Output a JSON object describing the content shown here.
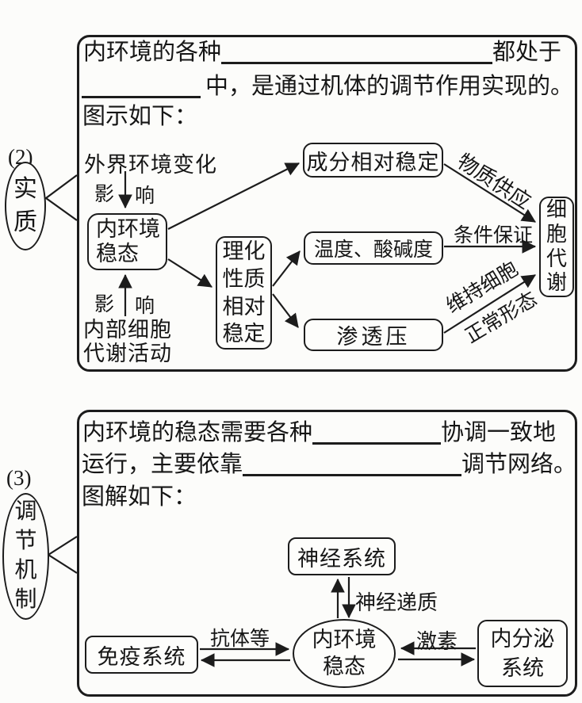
{
  "section2": {
    "number": "(2)",
    "side_label": "实质",
    "text": {
      "line1_pre": "内环境的各种",
      "line1_post": "都处于",
      "line2_post": "中，是通过机体的调节作用实现的。",
      "line3": "图示如下："
    },
    "diagram": {
      "external_change": "外界环境变化",
      "affect_a": "影",
      "affect_b": "响",
      "homeostasis_line1": "内环境",
      "homeostasis_line2": "稳态",
      "internal_line1": "内部细胞",
      "internal_line2": "代谢活动",
      "composition": "成分相对稳定",
      "physchem": "理化性质相对稳定",
      "temp_ph": "温度、酸碱度",
      "osmotic": "渗透压",
      "cell_metabolism": "细胞代谢",
      "label_supply": "物质供应",
      "label_condition": "条件保证",
      "label_maintain_line1": "维持细胞",
      "label_maintain_line2": "正常形态"
    }
  },
  "section3": {
    "number": "(3)",
    "side_label": "调节机制",
    "text": {
      "line1_pre": "内环境的稳态需要各种",
      "line1_post": "协调一致地",
      "line2_pre": "运行，主要依靠",
      "line2_post": "调节网络。",
      "line3": "图解如下："
    },
    "diagram": {
      "nervous": "神经系统",
      "neurotransmitter": "神经递质",
      "homeostasis_line1": "内环境",
      "homeostasis_line2": "稳态",
      "immune": "免疫系统",
      "antibody": "抗体等",
      "hormone": "激素",
      "endocrine_line1": "内分泌",
      "endocrine_line2": "系统"
    }
  }
}
